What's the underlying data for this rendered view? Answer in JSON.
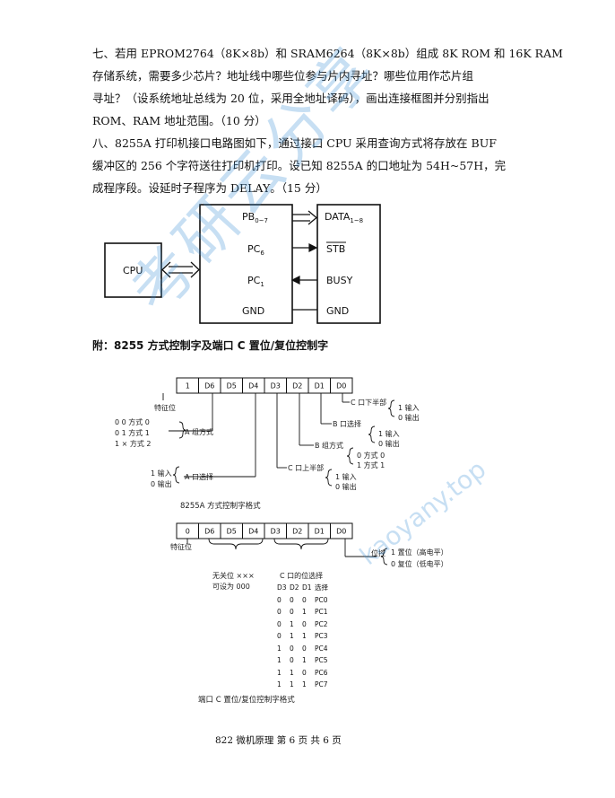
{
  "q7": {
    "lines": [
      "七、若用 EPROM2764（8K×8b）和 SRAM6264（8K×8b）组成 8K ROM 和 16K RAM",
      "存储系统，需要多少芯片？地址线中哪些位参与片内寻址？哪些位用作芯片组",
      "寻址？（设系统地址总线为 20 位，采用全地址译码），画出连接框图并分别指出",
      "ROM、RAM 地址范围。（10 分）"
    ]
  },
  "q8": {
    "lines": [
      "八、8255A 打印机接口电路图如下，通过接口 CPU 采用查询方式将存放在 BUF",
      "缓冲区的 256 个字符送往打印机打印。设已知 8255A 的口地址为 54H~57H，完",
      "成程序段。设延时子程序为 DELAY。（15 分）"
    ]
  },
  "circuit": {
    "cpu": "CPU",
    "pb": "PB",
    "pb_sub": "0~7",
    "pc6": "PC",
    "pc6_sub": "6",
    "pc1": "PC",
    "pc1_sub": "1",
    "gnd_left": "GND",
    "data": "DATA",
    "data_sub": "1~8",
    "stb": "STB",
    "busy": "BUSY",
    "gnd_right": "GND"
  },
  "appendix_title": "附：8255 方式控制字及端口 C 置位/复位控制字",
  "mode_word": {
    "bits": [
      "1",
      "D6",
      "D5",
      "D4",
      "D3",
      "D2",
      "D1",
      "D0"
    ],
    "flag_label": "特征位",
    "pc_low": "C 口下半部",
    "pc_low_in": "1 输入",
    "pc_low_out": "0 输出",
    "b_select": "B 口选择",
    "b_select_in": "1 输入",
    "b_select_out": "0 输出",
    "b_mode": "B 组方式",
    "b_mode_0": "0 方式 0",
    "b_mode_1": "1 方式 1",
    "pc_high": "C 口上半部",
    "pc_high_in": "1 输入",
    "pc_high_out": "0 输出",
    "a_select": "A 口选择",
    "a_select_in": "1 输入",
    "a_select_out": "0 输出",
    "a_mode": "A 组方式",
    "a_mode_0": "0  0  方式 0",
    "a_mode_1": "0  1  方式 1",
    "a_mode_2": "1  ×  方式 2",
    "caption": "8255A 方式控制字格式"
  },
  "bsr_word": {
    "bits": [
      "0",
      "D6",
      "D5",
      "D4",
      "D3",
      "D2",
      "D1",
      "D0"
    ],
    "flag_label": "特征位",
    "unused": "无关位  ×××",
    "unused_val": "可设为  000",
    "bit_select": "C 口的位选择",
    "set_reset": "位控",
    "set": "1 置位（高电平）",
    "reset": "0 复位（低电平）",
    "table_header": [
      "D3",
      "D2",
      "D1",
      "选择"
    ],
    "table_rows": [
      [
        "0",
        "0",
        "0",
        "PC0"
      ],
      [
        "0",
        "0",
        "1",
        "PC1"
      ],
      [
        "0",
        "1",
        "0",
        "PC2"
      ],
      [
        "0",
        "1",
        "1",
        "PC3"
      ],
      [
        "1",
        "0",
        "0",
        "PC4"
      ],
      [
        "1",
        "0",
        "1",
        "PC5"
      ],
      [
        "1",
        "1",
        "0",
        "PC6"
      ],
      [
        "1",
        "1",
        "1",
        "PC7"
      ]
    ],
    "caption": "端口 C 置位/复位控制字格式"
  },
  "footer": "822 微机原理    第 6 页 共 6 页",
  "watermark": {
    "cn": "考研云分享",
    "en": "kaoyany.top"
  },
  "colors": {
    "watermark": "#3a8fd6"
  }
}
